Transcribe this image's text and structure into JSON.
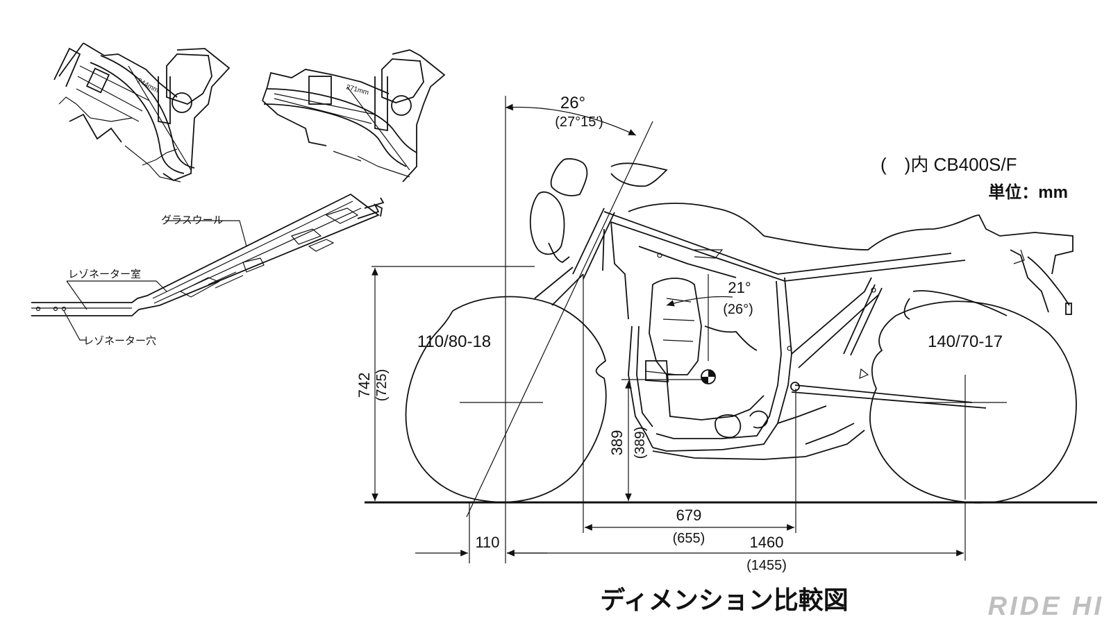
{
  "legend": {
    "paren_note": "(　)内 CB400S/F",
    "unit": "単位：mm"
  },
  "caption": "ディメンション比較図",
  "brand": "RIDE HI",
  "exhaust": {
    "glass_wool": "グラスウール",
    "resonator_chamber": "レゾネーター室",
    "resonator_hole": "レゾネーター穴"
  },
  "engine_views": {
    "left_length": "244mm",
    "right_length": "271mm"
  },
  "dimensions": {
    "caster_angle": "26°",
    "caster_angle_ref": "(27°15′)",
    "frame_angle": "21°",
    "frame_angle_ref": "(26°)",
    "front_tire": "110/80-18",
    "rear_tire": "140/70-17",
    "axle_height": "742",
    "axle_height_ref": "(725)",
    "pivot_height": "389",
    "pivot_height_ref": "(389)",
    "pivot_length": "679",
    "pivot_length_ref": "(655)",
    "wheelbase": "1460",
    "wheelbase_ref": "(1455)",
    "trail": "110"
  }
}
